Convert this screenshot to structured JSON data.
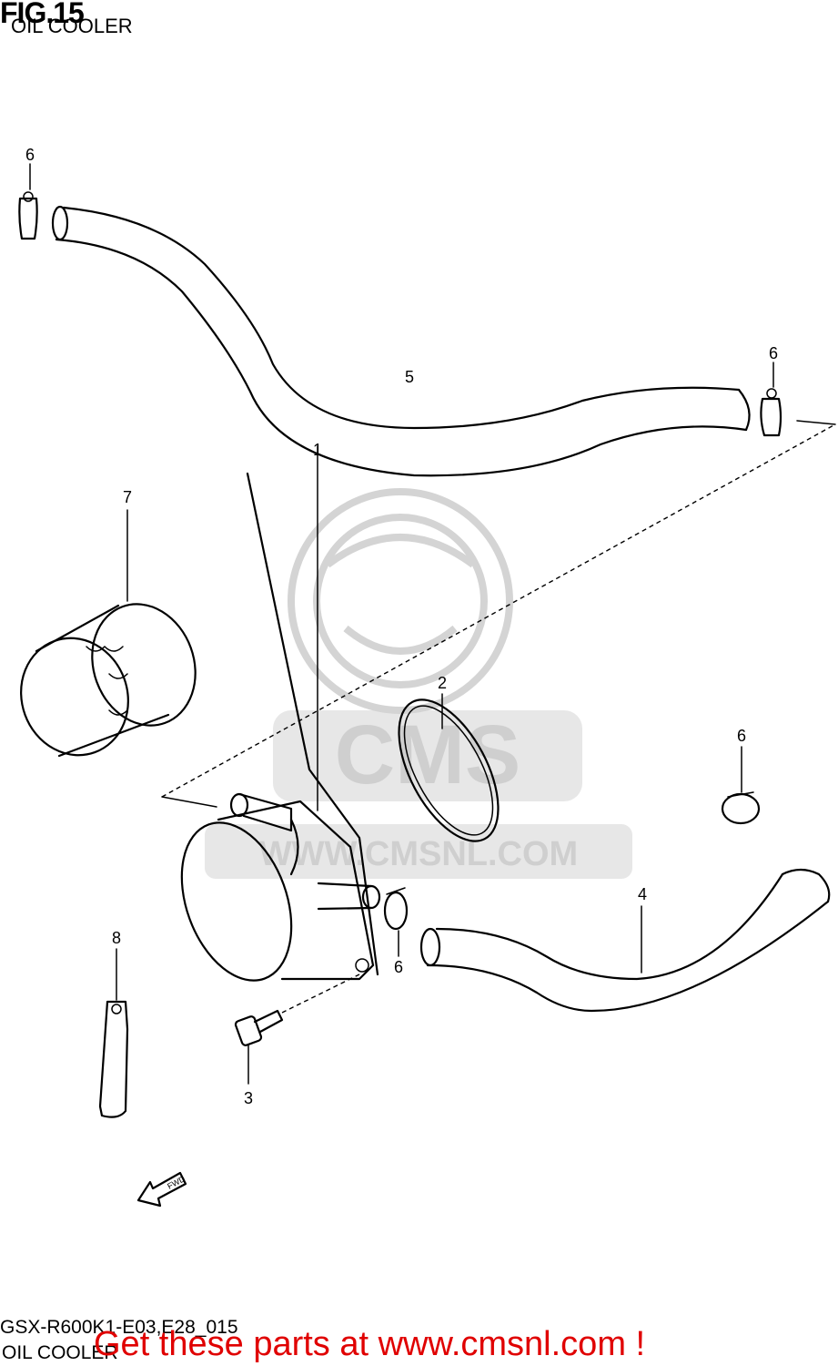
{
  "header": {
    "title": "FIG.15",
    "subtitle": "OIL COOLER"
  },
  "callouts": {
    "p1": "1",
    "p2": "2",
    "p3": "3",
    "p4": "4",
    "p5": "5",
    "p6a": "6",
    "p6b": "6",
    "p6c": "6",
    "p6d": "6",
    "p7": "7",
    "p8": "8"
  },
  "direction_arrow": {
    "label": "FWD"
  },
  "watermark": {
    "brand": "CMS",
    "url": "WWW.CMSNL.COM"
  },
  "footer": {
    "model_code": "GSX-R600K1-E03,E28_015",
    "section_name": "OIL COOLER",
    "promo": "Get these parts at www.cmsnl.com !"
  },
  "colors": {
    "line": "#000000",
    "promo": "#e00000",
    "watermark": "#d4d4d4"
  }
}
